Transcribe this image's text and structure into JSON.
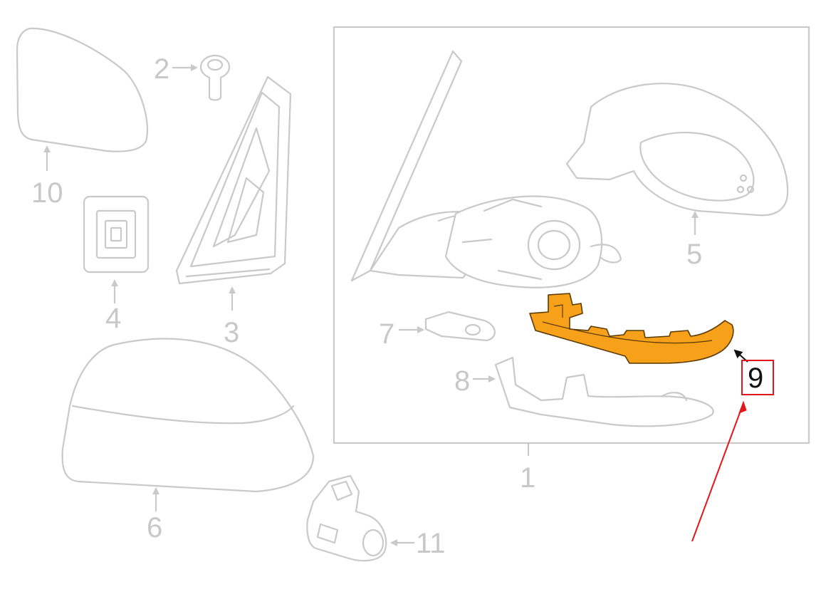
{
  "callouts": {
    "c1": "1",
    "c2": "2",
    "c3": "3",
    "c4": "4",
    "c5": "5",
    "c6": "6",
    "c7": "7",
    "c8": "8",
    "c9": "9",
    "c10": "10",
    "c11": "11"
  },
  "highlighted_part": "9",
  "colors": {
    "line_art": "#c9c9c9",
    "highlight_fill": "#f7a11a",
    "highlight_stroke": "#5a3a00",
    "annotation_red": "#e0181b"
  }
}
